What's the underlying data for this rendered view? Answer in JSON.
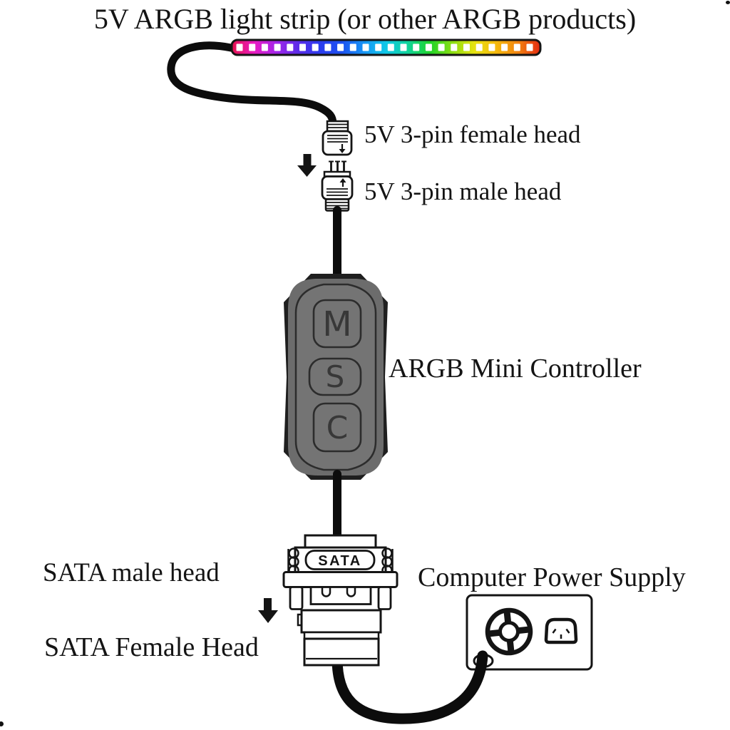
{
  "title": "5V ARGB light strip (or other ARGB products)",
  "labels": {
    "strip_female": "5V 3-pin female head",
    "strip_male": "5V 3-pin male head",
    "controller": "ARGB Mini Controller",
    "sata_male": "SATA male head",
    "sata_female": "SATA Female Head",
    "power_supply": "Computer Power Supply"
  },
  "controller": {
    "buttons": [
      "M",
      "S",
      "C"
    ]
  },
  "sata_connector_text": "SATA",
  "strip": {
    "led_count": 24,
    "colors": [
      "#e4114d",
      "#ea1cc0",
      "#a424ea",
      "#5c2ce8",
      "#2b3bee",
      "#1c51f0",
      "#1795f5",
      "#0fc8e8",
      "#10d49a",
      "#1fd428",
      "#8ade12",
      "#e6e211",
      "#f5b90d",
      "#f2820f",
      "#e42a12"
    ]
  },
  "colors": {
    "ink": "#141414",
    "cable": "#0c0c0c",
    "controller_body": "#6c6c6c",
    "controller_panel": "#747474",
    "controller_corners": "#1f1f1f",
    "button_line": "#2c2c2c"
  }
}
